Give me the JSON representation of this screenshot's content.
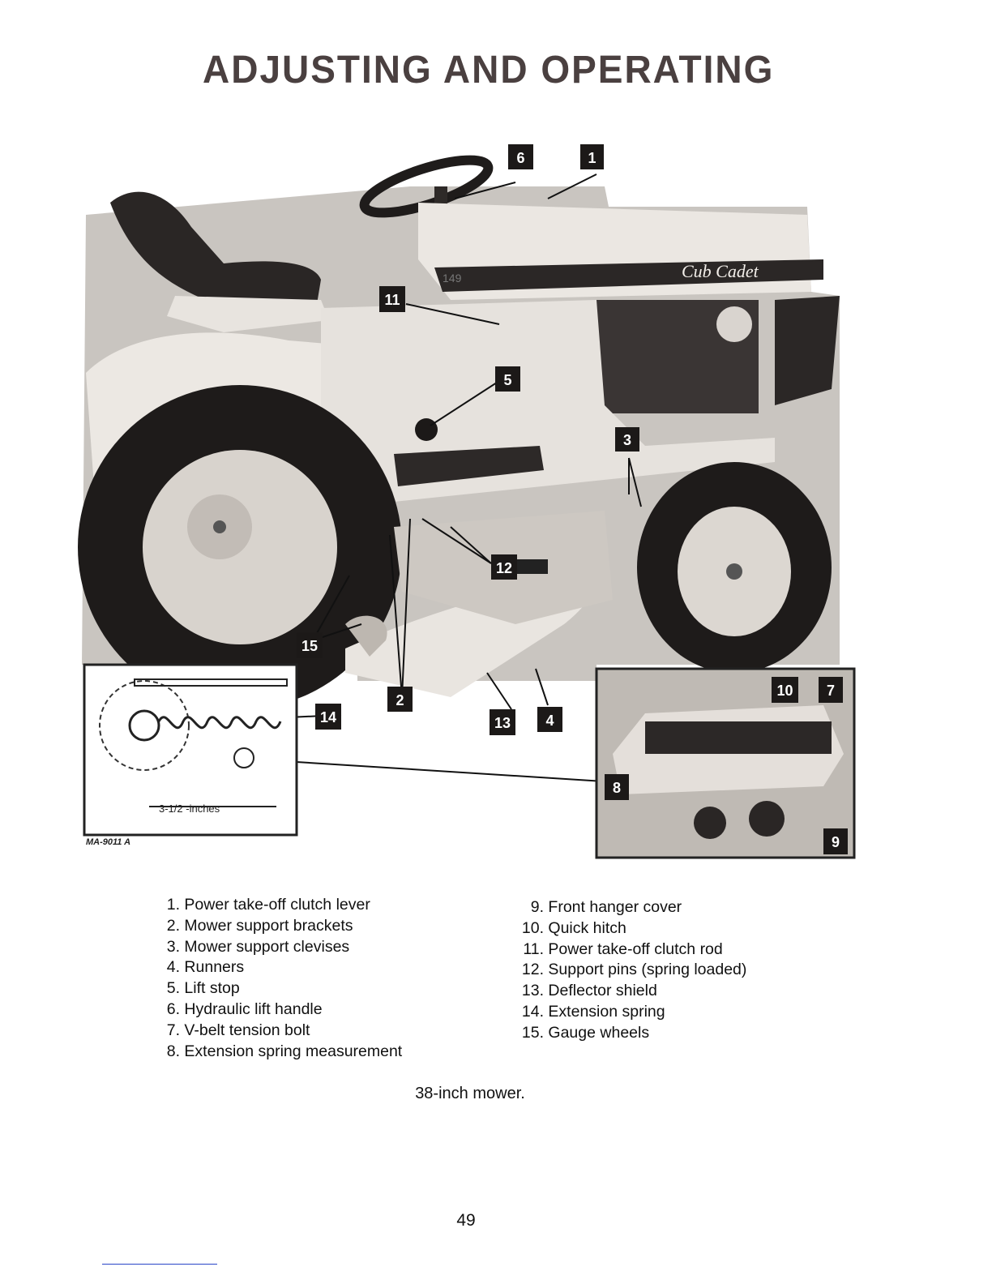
{
  "header": {
    "title": "ADJUSTING AND OPERATING"
  },
  "figure": {
    "image_code": "MA-9011 A",
    "brand_badge": "Cub Cadet",
    "model_badge": "149",
    "inset_dimension": "3-1/2 -inches",
    "callouts": [
      "1",
      "2",
      "3",
      "4",
      "5",
      "6",
      "7",
      "8",
      "9",
      "10",
      "11",
      "12",
      "13",
      "14",
      "15"
    ]
  },
  "legend_left": [
    {
      "num": "1.",
      "text": "Power take-off clutch lever"
    },
    {
      "num": "2.",
      "text": "Mower support brackets"
    },
    {
      "num": "3.",
      "text": "Mower support clevises"
    },
    {
      "num": "4.",
      "text": "Runners"
    },
    {
      "num": "5.",
      "text": "Lift stop"
    },
    {
      "num": "6.",
      "text": "Hydraulic lift handle"
    },
    {
      "num": "7.",
      "text": "V-belt tension bolt"
    },
    {
      "num": "8.",
      "text": "Extension spring measurement"
    }
  ],
  "legend_right": [
    {
      "num": "9.",
      "text": "Front hanger cover"
    },
    {
      "num": "10.",
      "text": "Quick hitch"
    },
    {
      "num": "11.",
      "text": "Power take-off clutch rod"
    },
    {
      "num": "12.",
      "text": "Support pins (spring loaded)"
    },
    {
      "num": "13.",
      "text": "Deflector shield"
    },
    {
      "num": "14.",
      "text": "Extension spring"
    },
    {
      "num": "15.",
      "text": "Gauge wheels"
    }
  ],
  "caption": "38-inch mower.",
  "page_number": "49"
}
